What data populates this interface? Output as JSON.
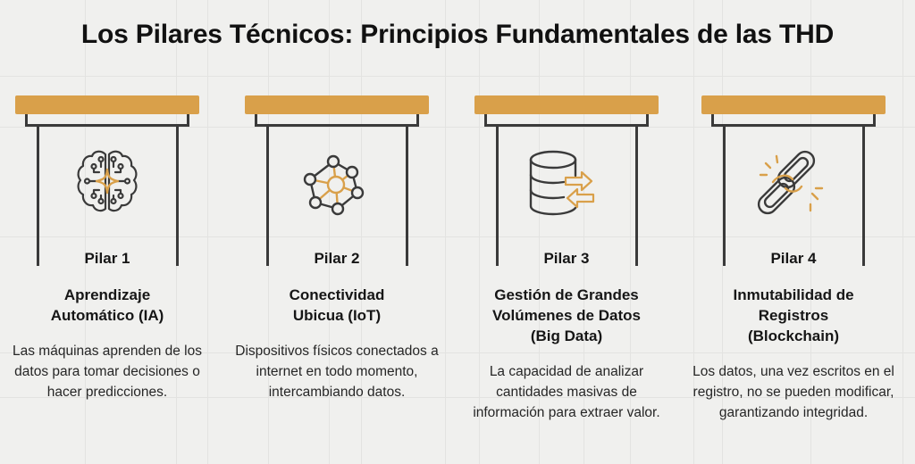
{
  "title": "Los Pilares Técnicos: Principios Fundamentales de las THD",
  "colors": {
    "accent": "#d9a04a",
    "line": "#3a3a3a",
    "background": "#f0f0ee",
    "grid": "#e3e3e1"
  },
  "pillars": [
    {
      "label": "Pilar 1",
      "heading": "Aprendizaje Automático (IA)",
      "heading_lines": [
        "Aprendizaje",
        "Automático (IA)"
      ],
      "description": "Las máquinas aprenden de los datos para tomar decisiones o hacer predicciones.",
      "icon": "brain-circuit-icon"
    },
    {
      "label": "Pilar 2",
      "heading": "Conectividad Ubicua (IoT)",
      "heading_lines": [
        "Conectividad",
        "Ubicua (IoT)"
      ],
      "description": "Dispositivos físicos conectados a internet en todo momento, intercambiando datos.",
      "icon": "network-hub-icon"
    },
    {
      "label": "Pilar 3",
      "heading": "Gestión de Grandes Volúmenes de Datos (Big Data)",
      "heading_lines": [
        "Gestión de Grandes",
        "Volúmenes de Datos",
        "(Big Data)"
      ],
      "description": "La capacidad de analizar cantidades masivas de información para extraer valor.",
      "icon": "database-exchange-icon"
    },
    {
      "label": "Pilar 4",
      "heading": "Inmutabilidad de Registros (Blockchain)",
      "heading_lines": [
        "Inmutabilidad de",
        "Registros",
        "(Blockchain)"
      ],
      "description": "Los datos, una vez escritos en el registro, no se pueden modificar, garantizando integridad.",
      "icon": "chain-link-icon"
    }
  ]
}
